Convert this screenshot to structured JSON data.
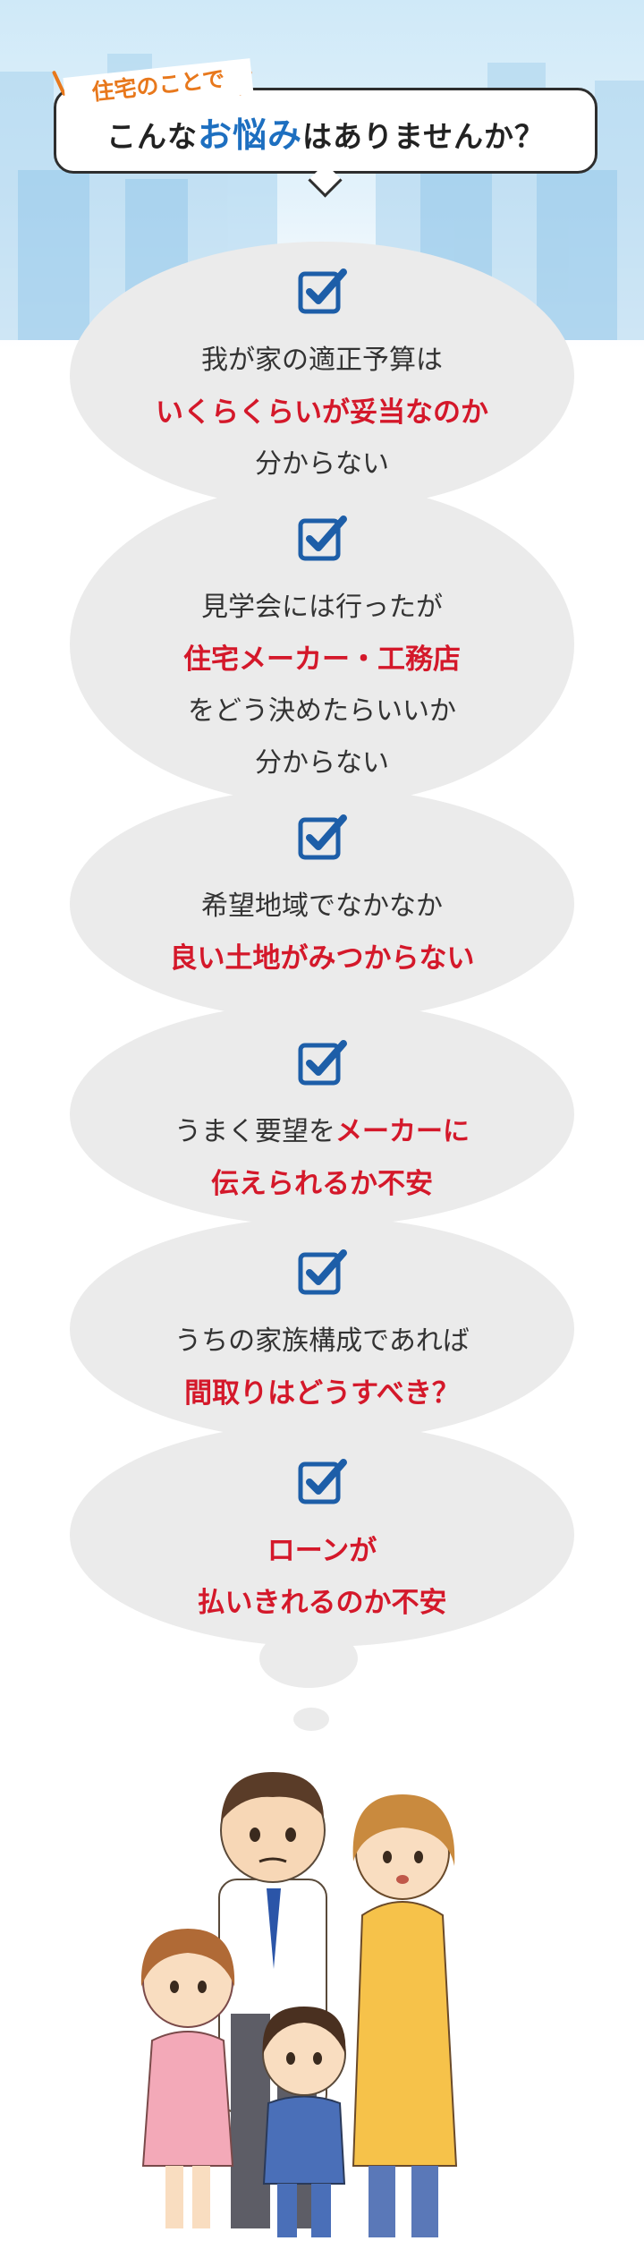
{
  "header": {
    "kicker": "住宅のことで",
    "title_before": "こんな",
    "title_emphasis": "お悩み",
    "title_after": "はありませんか？"
  },
  "concerns": [
    {
      "line1": "我が家の適正予算は",
      "line2": "いくらくらいが妥当なのか",
      "line3": "分からない"
    },
    {
      "line1": "見学会には行ったが",
      "line2": "住宅メーカー・工務店",
      "line3": "をどう決めたらいいか",
      "line4": "分からない"
    },
    {
      "line1": "希望地域でなかなか",
      "line2": "良い土地がみつからない"
    },
    {
      "line1_plain": "うまく要望を",
      "line1_red": "メーカーに",
      "line2": "伝えられるか不安"
    },
    {
      "line1": "うちの家族構成であれば",
      "line2": "間取りはどうすべき？"
    },
    {
      "line1": "ローンが",
      "line2": "払いきれるのか不安"
    }
  ],
  "colors": {
    "accent_red": "#d4182a",
    "accent_blue": "#1d6fc0",
    "kicker_orange": "#e8781c",
    "bubble_gray": "#ebebeb",
    "check_blue": "#1d5ea8"
  },
  "icons": [
    "checkbox-checked-icon"
  ],
  "illustration": "worried-family-illustration"
}
